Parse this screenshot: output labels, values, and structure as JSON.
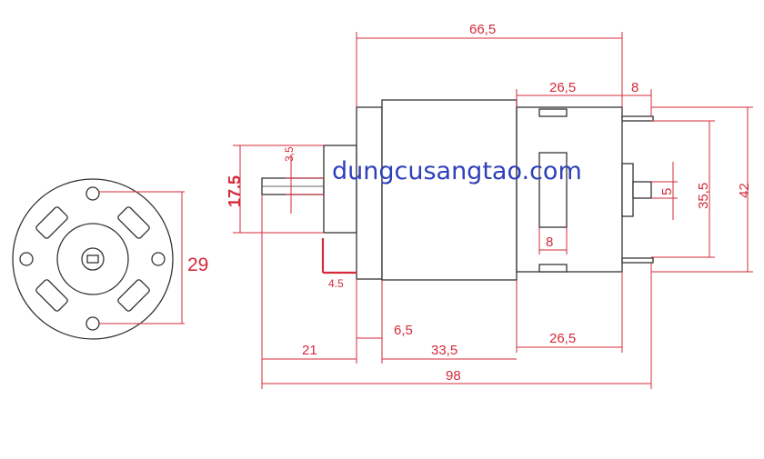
{
  "watermark": "dungcusangtao.com",
  "dimensions": {
    "overall_length": "98",
    "body_length": "66,5",
    "rear_section": "26,5",
    "rear_terminal": "8",
    "height_outer": "42",
    "height_inner": "35,5",
    "rear_shaft": "5",
    "slot_width": "8",
    "shaft_diameter": "3,5",
    "front_boss": "17.5",
    "front_offset": "4.5",
    "shaft_length": "21",
    "flange": "6,5",
    "can_length": "33,5",
    "rear_length": "26,5",
    "hole_spacing": "29"
  },
  "colors": {
    "dimension": "#d42a3a",
    "outline": "#333333",
    "watermark": "#2f3fb8"
  }
}
